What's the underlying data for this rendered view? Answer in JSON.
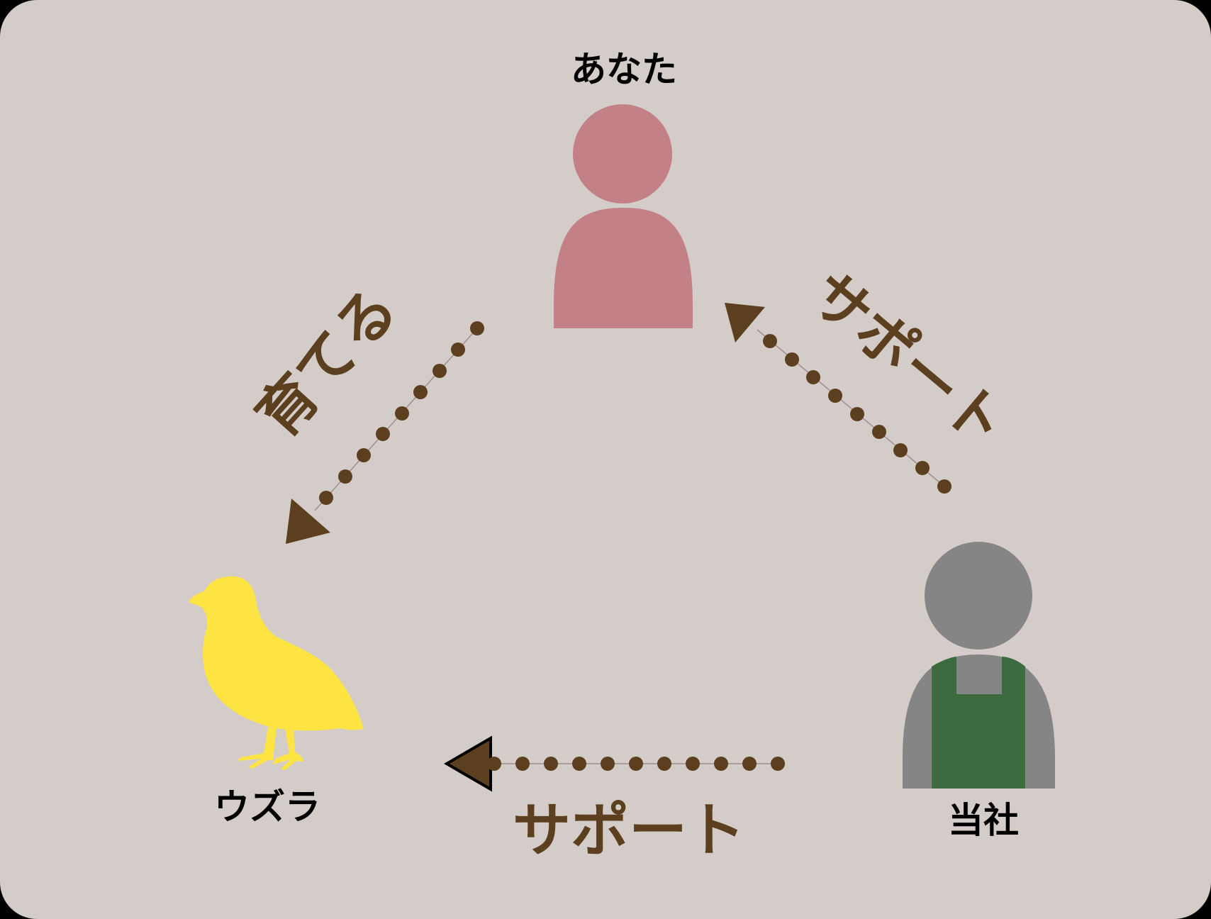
{
  "diagram": {
    "background": "#d4ccc9",
    "nodes": {
      "you": {
        "label": "あなた",
        "color": "#c48087"
      },
      "quail": {
        "label": "ウズラ",
        "color": "#fee443"
      },
      "company": {
        "label": "当社",
        "skin": "#858585",
        "apron": "#3d6b40"
      }
    },
    "edges": [
      {
        "from": "あなた",
        "to": "ウズラ",
        "label": "育てる",
        "color": "#5b3f1f"
      },
      {
        "from": "当社",
        "to": "あなた",
        "label": "サポート",
        "color": "#5b3f1f"
      },
      {
        "from": "当社",
        "to": "ウズラ",
        "label": "サポート",
        "color": "#5b3f1f"
      }
    ]
  }
}
